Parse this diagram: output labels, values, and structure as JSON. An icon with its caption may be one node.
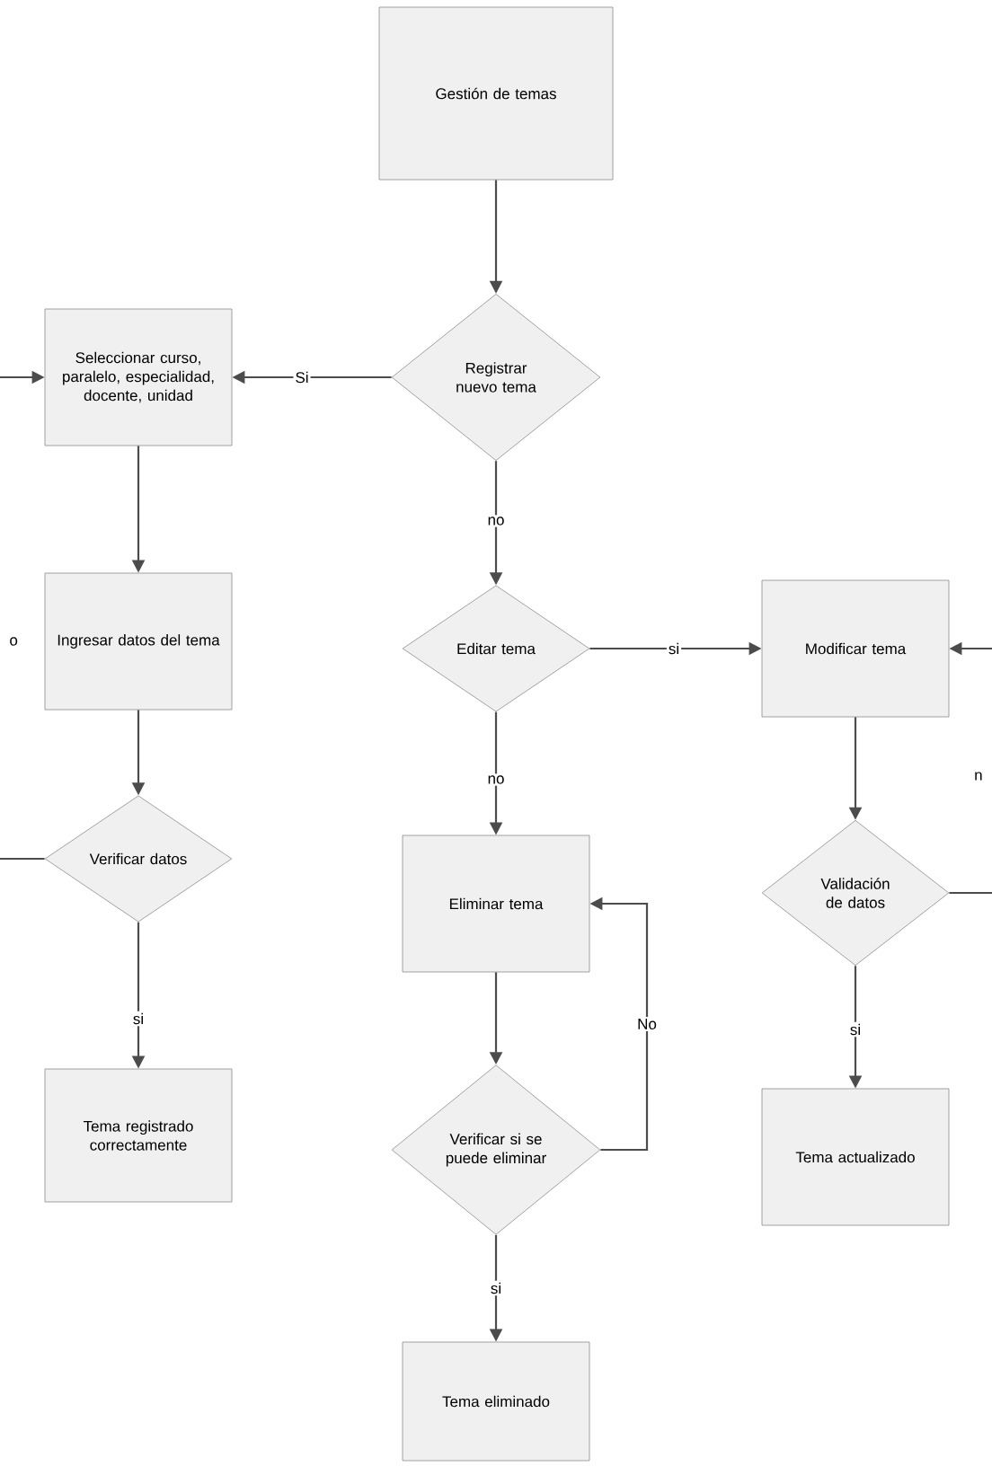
{
  "diagram": {
    "nodes": [
      {
        "text": [
          "Gestión de temas"
        ]
      },
      {
        "text": [
          "Registrar nuevo tema"
        ]
      },
      {
        "text": [
          "Seleccionar curso, paralelo, especialidad, docente, unidad"
        ]
      },
      {
        "text": [
          "Ingresar datos del tema"
        ]
      },
      {
        "text": [
          "Verificar datos"
        ]
      },
      {
        "text": [
          "Tema registrado correctamente"
        ]
      },
      {
        "text": [
          "Editar tema"
        ]
      },
      {
        "text": [
          "Modificar tema"
        ]
      },
      {
        "text": [
          "Eliminar tema"
        ]
      },
      {
        "text": [
          "Validación de datos"
        ]
      },
      {
        "text": [
          "Verificar si se puede eliminar"
        ]
      },
      {
        "text": [
          "Tema actualizado"
        ]
      },
      {
        "text": [
          "Tema eliminado"
        ]
      }
    ],
    "edges": [
      {
        "from": 0,
        "to": 1,
        "arrow": "to"
      },
      {
        "from": 1,
        "to": 2,
        "arrow": "to",
        "label": "Si"
      },
      {
        "from": 1,
        "to": 6,
        "arrow": "to",
        "label": "no"
      },
      {
        "from": 2,
        "to": 3,
        "arrow": "to"
      },
      {
        "from": 3,
        "to": 4,
        "arrow": "to"
      },
      {
        "from": 4,
        "to": 5,
        "arrow": "to",
        "label": "si"
      },
      {
        "from": 4,
        "to": 2,
        "arrow": "to",
        "label": "o"
      },
      {
        "from": 6,
        "to": 7,
        "arrow": "to",
        "label": "si"
      },
      {
        "from": 6,
        "to": 8,
        "arrow": "to",
        "label": "no"
      },
      {
        "from": 7,
        "to": 9,
        "arrow": "to"
      },
      {
        "from": 9,
        "to": 11,
        "arrow": "to",
        "label": "si"
      },
      {
        "from": 9,
        "to": 7,
        "arrow": "to",
        "label": "n"
      },
      {
        "from": 8,
        "to": 10,
        "arrow": "to"
      },
      {
        "from": 10,
        "to": 8,
        "arrow": "to",
        "label": "No"
      },
      {
        "from": 10,
        "to": 12,
        "arrow": "to",
        "label": "si"
      }
    ]
  }
}
